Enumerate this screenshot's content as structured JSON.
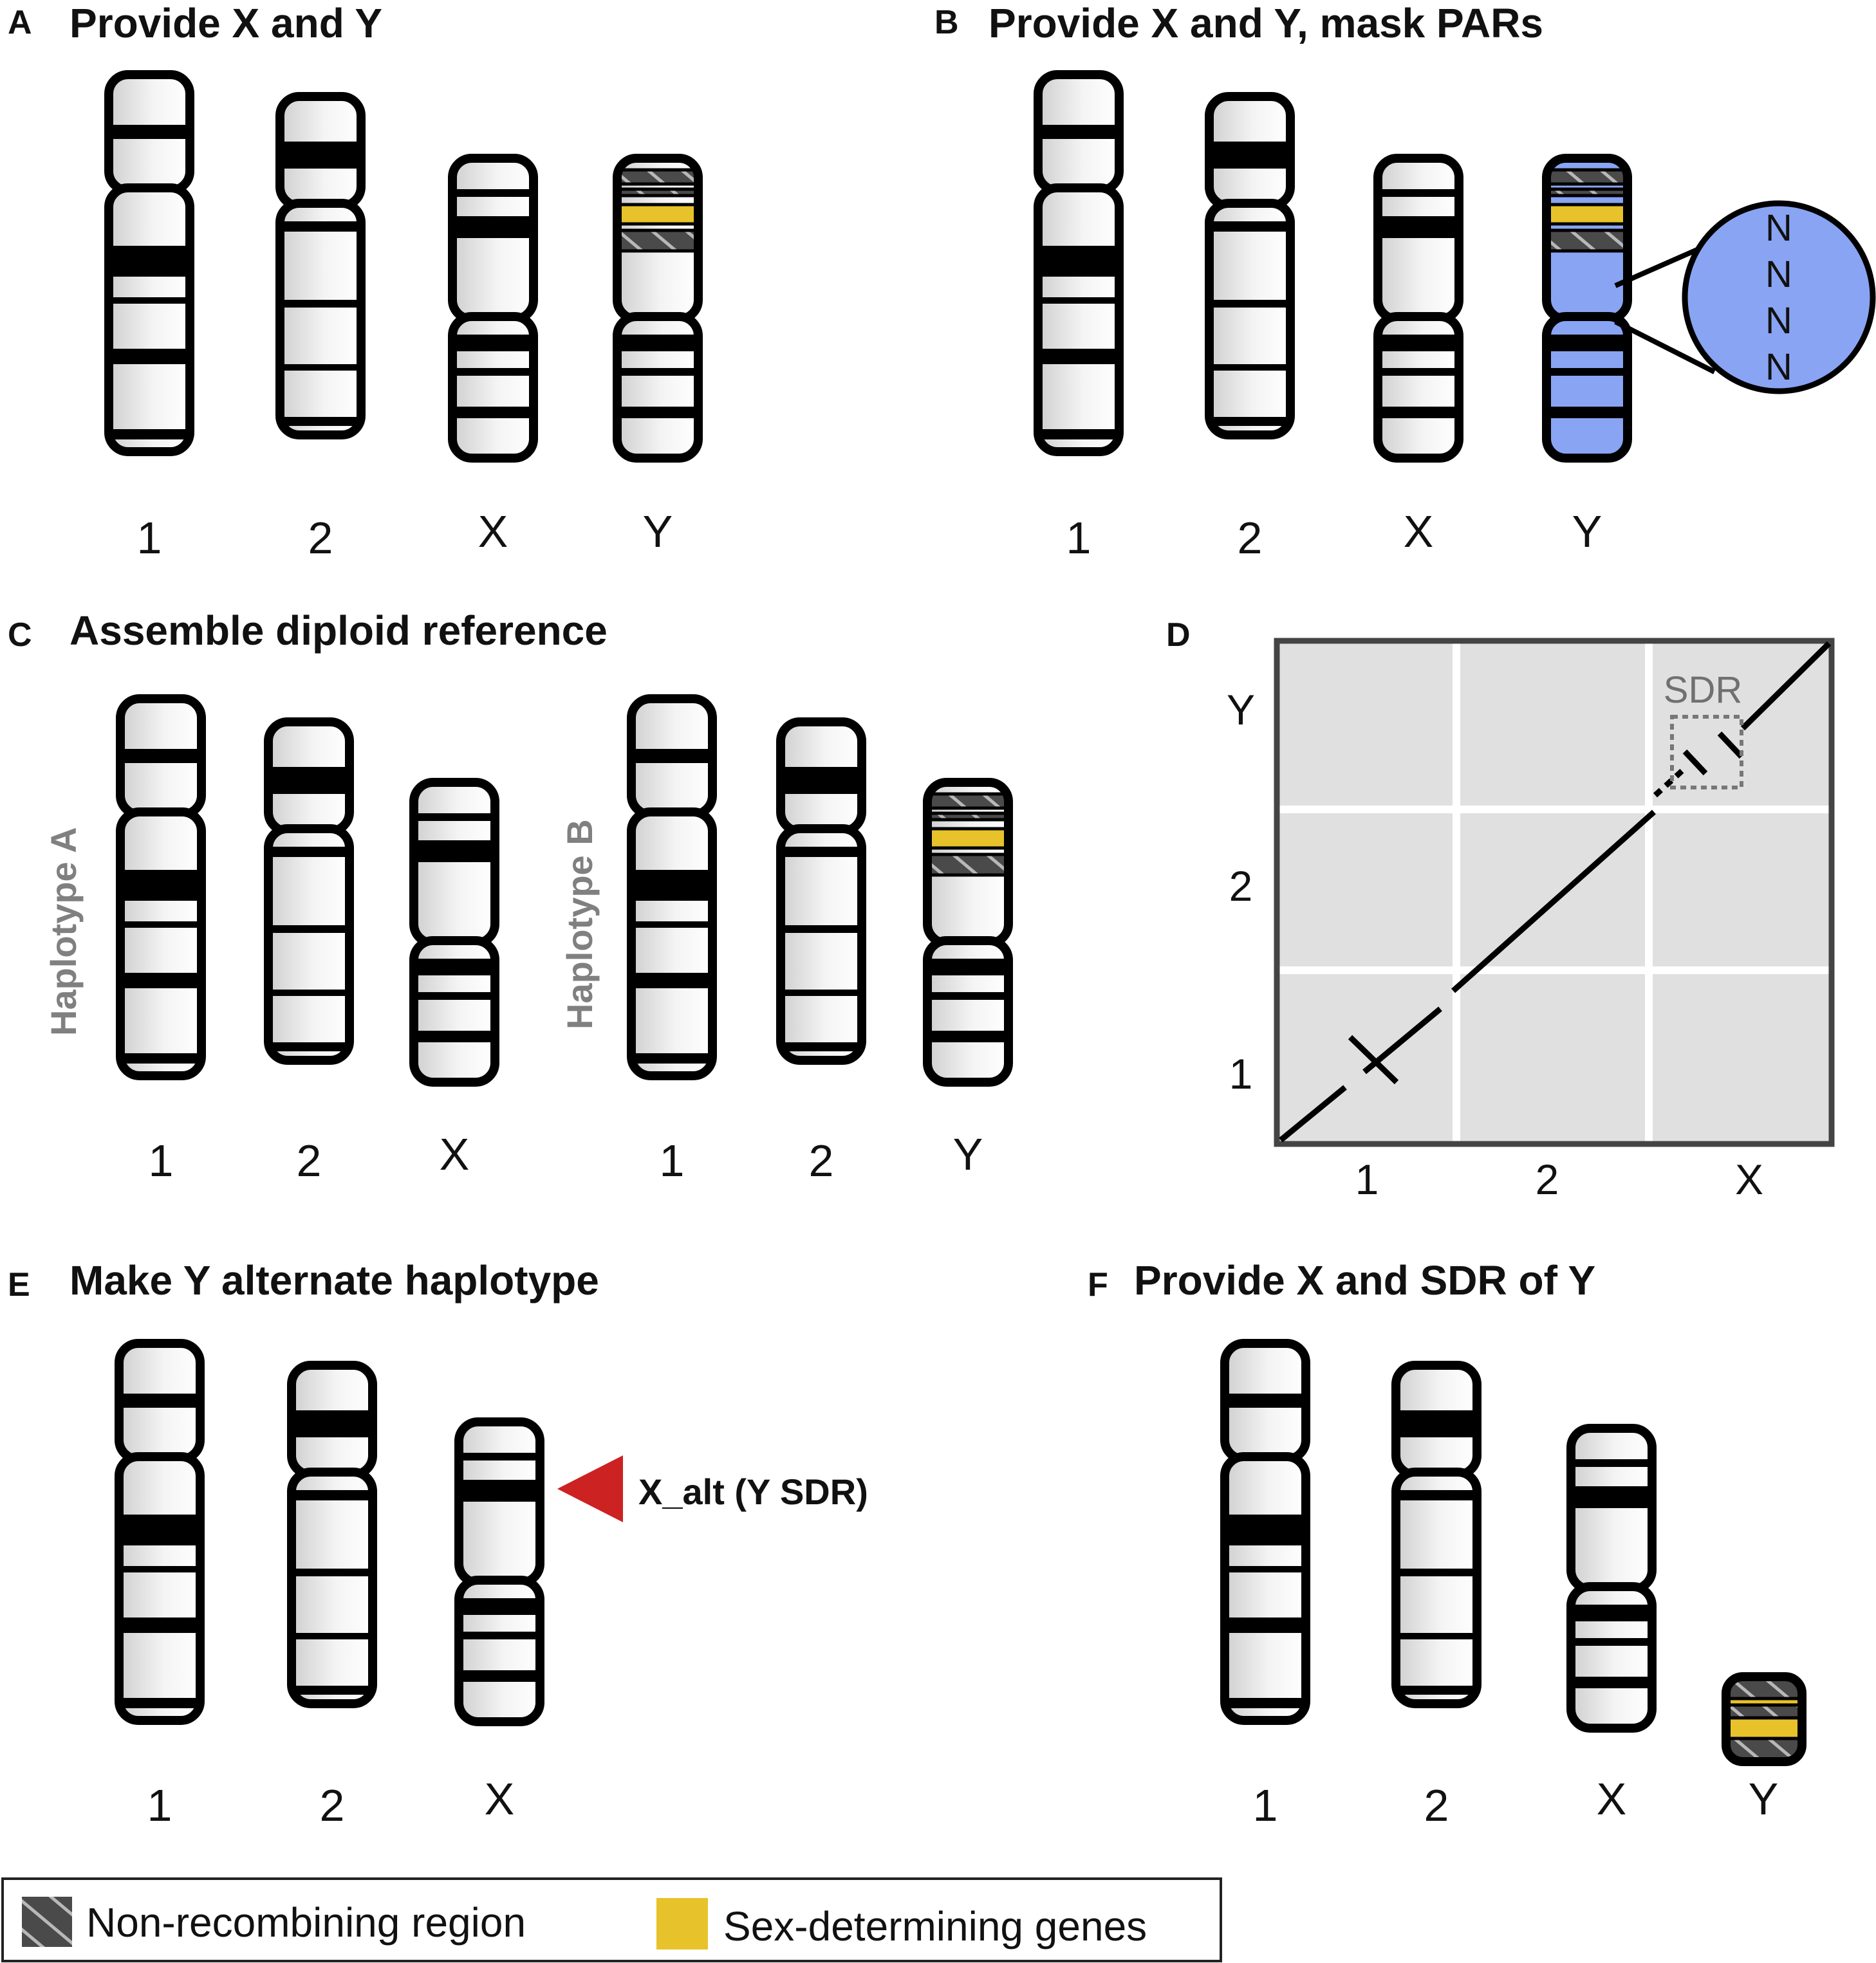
{
  "panels": {
    "a": {
      "letter": "A",
      "title": "Provide X and Y",
      "labels": [
        "1",
        "2",
        "X",
        "Y"
      ]
    },
    "b": {
      "letter": "B",
      "title": "Provide X and Y, mask PARs",
      "labels": [
        "1",
        "2",
        "X",
        "Y"
      ],
      "mask_letters": [
        "N",
        "N",
        "N",
        "N"
      ]
    },
    "c": {
      "letter": "C",
      "title": "Assemble diploid reference",
      "hap_a": "Haplotype A",
      "hap_b": "Haplotype B",
      "labels_a": [
        "1",
        "2",
        "X"
      ],
      "labels_b": [
        "1",
        "2",
        "Y"
      ]
    },
    "d": {
      "letter": "D",
      "x_labels": [
        "1",
        "2",
        "X"
      ],
      "y_labels": [
        "1",
        "2",
        "Y"
      ],
      "sdr_label": "SDR"
    },
    "e": {
      "letter": "E",
      "title": "Make Y alternate haplotype",
      "labels": [
        "1",
        "2",
        "X"
      ],
      "arrow_label": "X_alt (Y SDR)"
    },
    "f": {
      "letter": "F",
      "title": "Provide X and SDR of Y",
      "labels": [
        "1",
        "2",
        "X",
        "Y"
      ]
    }
  },
  "legend": {
    "items": [
      {
        "label": "Non-recombining region",
        "swatch": "hatched-gray"
      },
      {
        "label": "Sex-determining genes",
        "swatch": "yellow"
      }
    ]
  },
  "colors": {
    "sex_genes": "#e8c22a",
    "non_recombining": "#4a4a4a",
    "masked": "#8aa4f4",
    "arrow": "#cc2222",
    "dotplot_bg": "#e0e0e0"
  }
}
